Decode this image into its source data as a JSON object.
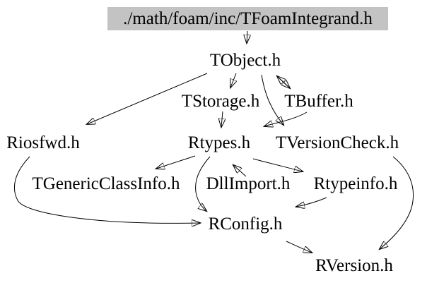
{
  "diagram": {
    "kind": "include-dependency-graph",
    "root": {
      "label": "./math/foam/inc/TFoamIntegrand.h"
    },
    "nodes": [
      {
        "id": "tobject",
        "label": "TObject.h"
      },
      {
        "id": "tstorage",
        "label": "TStorage.h"
      },
      {
        "id": "tbuffer",
        "label": "TBuffer.h"
      },
      {
        "id": "riosfwd",
        "label": "Riosfwd.h"
      },
      {
        "id": "rtypes",
        "label": "Rtypes.h"
      },
      {
        "id": "tversioncheck",
        "label": "TVersionCheck.h"
      },
      {
        "id": "tgenericclassinfo",
        "label": "TGenericClassInfo.h"
      },
      {
        "id": "dllimport",
        "label": "DllImport.h"
      },
      {
        "id": "rtypeinfo",
        "label": "Rtypeinfo.h"
      },
      {
        "id": "rconfig",
        "label": "RConfig.h"
      },
      {
        "id": "rversion",
        "label": "RVersion.h"
      }
    ],
    "edges": [
      {
        "from": "TFoamIntegrand.h",
        "to": "TObject.h"
      },
      {
        "from": "TObject.h",
        "to": "Riosfwd.h"
      },
      {
        "from": "TObject.h",
        "to": "TStorage.h"
      },
      {
        "from": "TObject.h",
        "to": "TBuffer.h"
      },
      {
        "from": "TBuffer.h",
        "to": "TObject.h"
      },
      {
        "from": "TObject.h",
        "to": "TVersionCheck.h"
      },
      {
        "from": "TBuffer.h",
        "to": "Rtypes.h"
      },
      {
        "from": "TStorage.h",
        "to": "Rtypes.h"
      },
      {
        "from": "Rtypes.h",
        "to": "TGenericClassInfo.h"
      },
      {
        "from": "DllImport.h",
        "to": "Rtypes.h"
      },
      {
        "from": "Rtypes.h",
        "to": "Rtypeinfo.h"
      },
      {
        "from": "Rtypes.h",
        "to": "RConfig.h"
      },
      {
        "from": "Riosfwd.h",
        "to": "RConfig.h"
      },
      {
        "from": "Rtypeinfo.h",
        "to": "RConfig.h"
      },
      {
        "from": "TVersionCheck.h",
        "to": "RVersion.h"
      },
      {
        "from": "RConfig.h",
        "to": "RVersion.h"
      }
    ],
    "colors": {
      "root_bg": "#c3c3c3",
      "edge": "#000000",
      "text": "#000000",
      "background": "#ffffff"
    }
  }
}
